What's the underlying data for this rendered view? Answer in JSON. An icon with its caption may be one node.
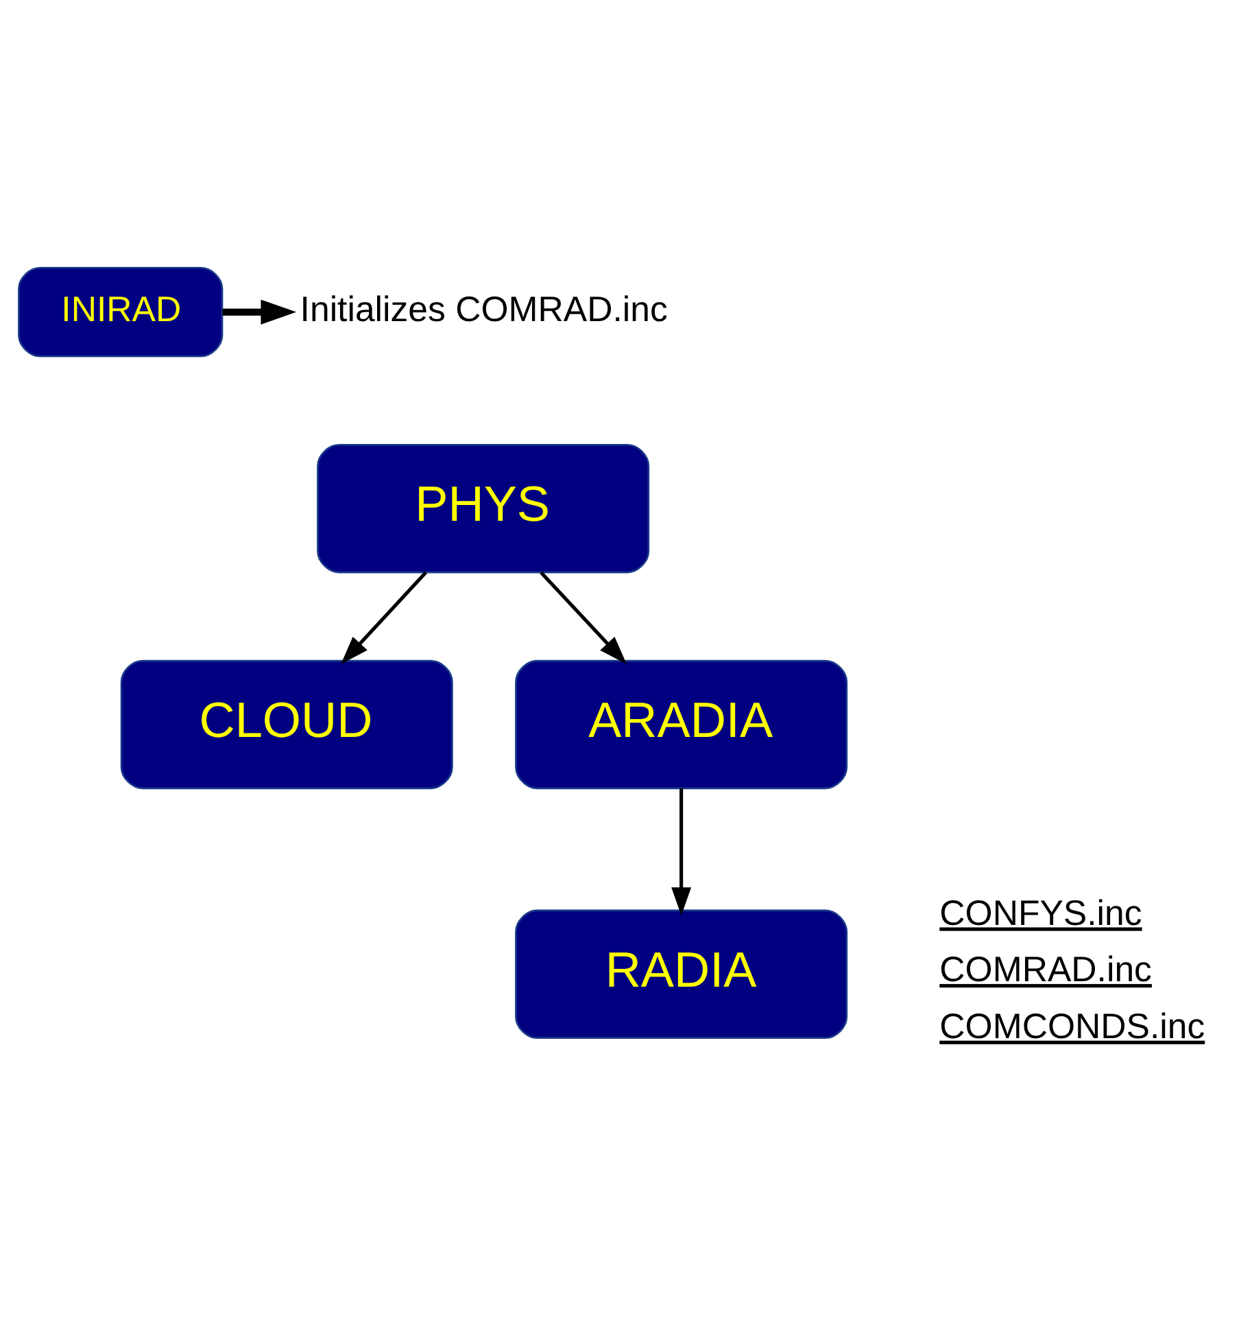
{
  "diagram": {
    "nodes": [
      {
        "text": [
          "INIRAD"
        ]
      },
      {
        "text": [
          "Initializes COMRAD.inc"
        ]
      },
      {
        "text": [
          "PHYS"
        ]
      },
      {
        "text": [
          "CLOUD"
        ]
      },
      {
        "text": [
          "ARADIA"
        ]
      },
      {
        "text": [
          "RADIA"
        ],
        "beside": [
          "CONFYS.inc",
          "COMRAD.inc",
          "COMCONDS.inc"
        ]
      }
    ],
    "edges": [
      {
        "from": 0,
        "to": 1,
        "arrow": "to",
        "style": "thick"
      },
      {
        "from": 2,
        "to": 3,
        "arrow": "to"
      },
      {
        "from": 2,
        "to": 4,
        "arrow": "to"
      },
      {
        "from": 4,
        "to": 5,
        "arrow": "to"
      }
    ]
  }
}
